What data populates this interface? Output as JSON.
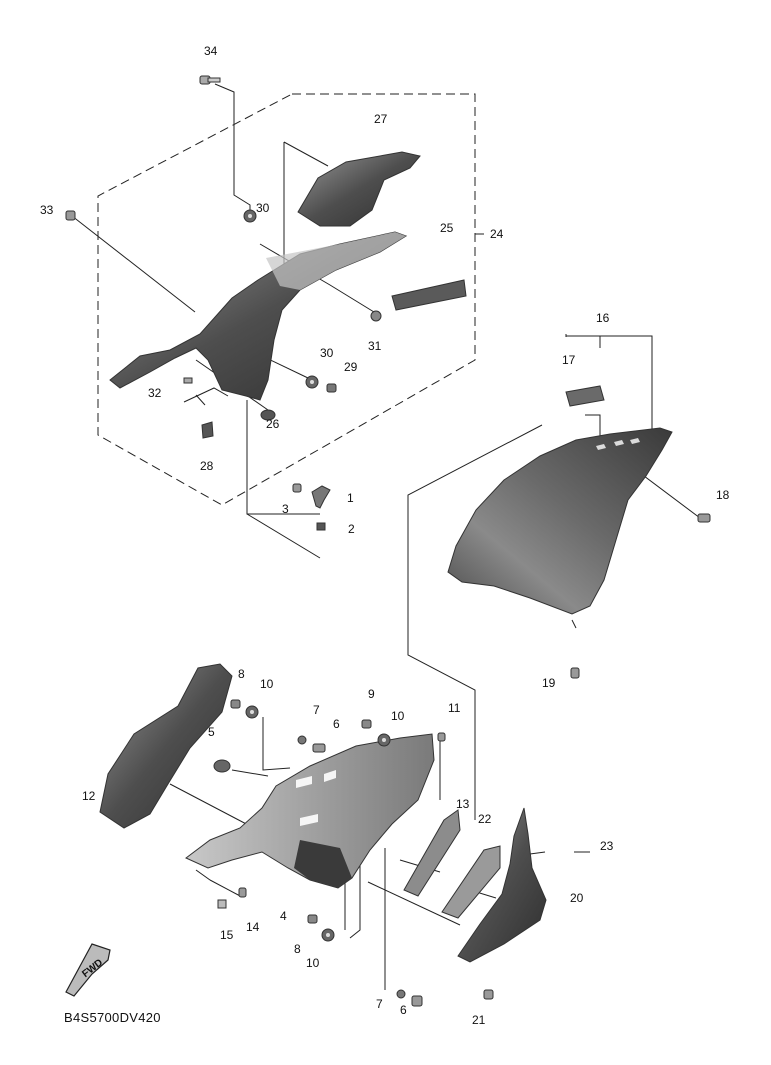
{
  "diagram_code": "B4S5700DV420",
  "fwd_label": "FWD",
  "callouts": [
    "34",
    "27",
    "33",
    "30",
    "24",
    "25",
    "31",
    "30",
    "29",
    "32",
    "28",
    "26",
    "16",
    "17",
    "1",
    "3",
    "2",
    "18",
    "19",
    "8",
    "10",
    "9",
    "7",
    "10",
    "11",
    "6",
    "5",
    "12",
    "13",
    "22",
    "23",
    "20",
    "4",
    "14",
    "15",
    "8",
    "10",
    "7",
    "6",
    "21"
  ],
  "colors": {
    "part_dark": "#4a4a4a",
    "part_mid": "#777777",
    "part_light": "#b0b0b0",
    "line": "#222222"
  }
}
